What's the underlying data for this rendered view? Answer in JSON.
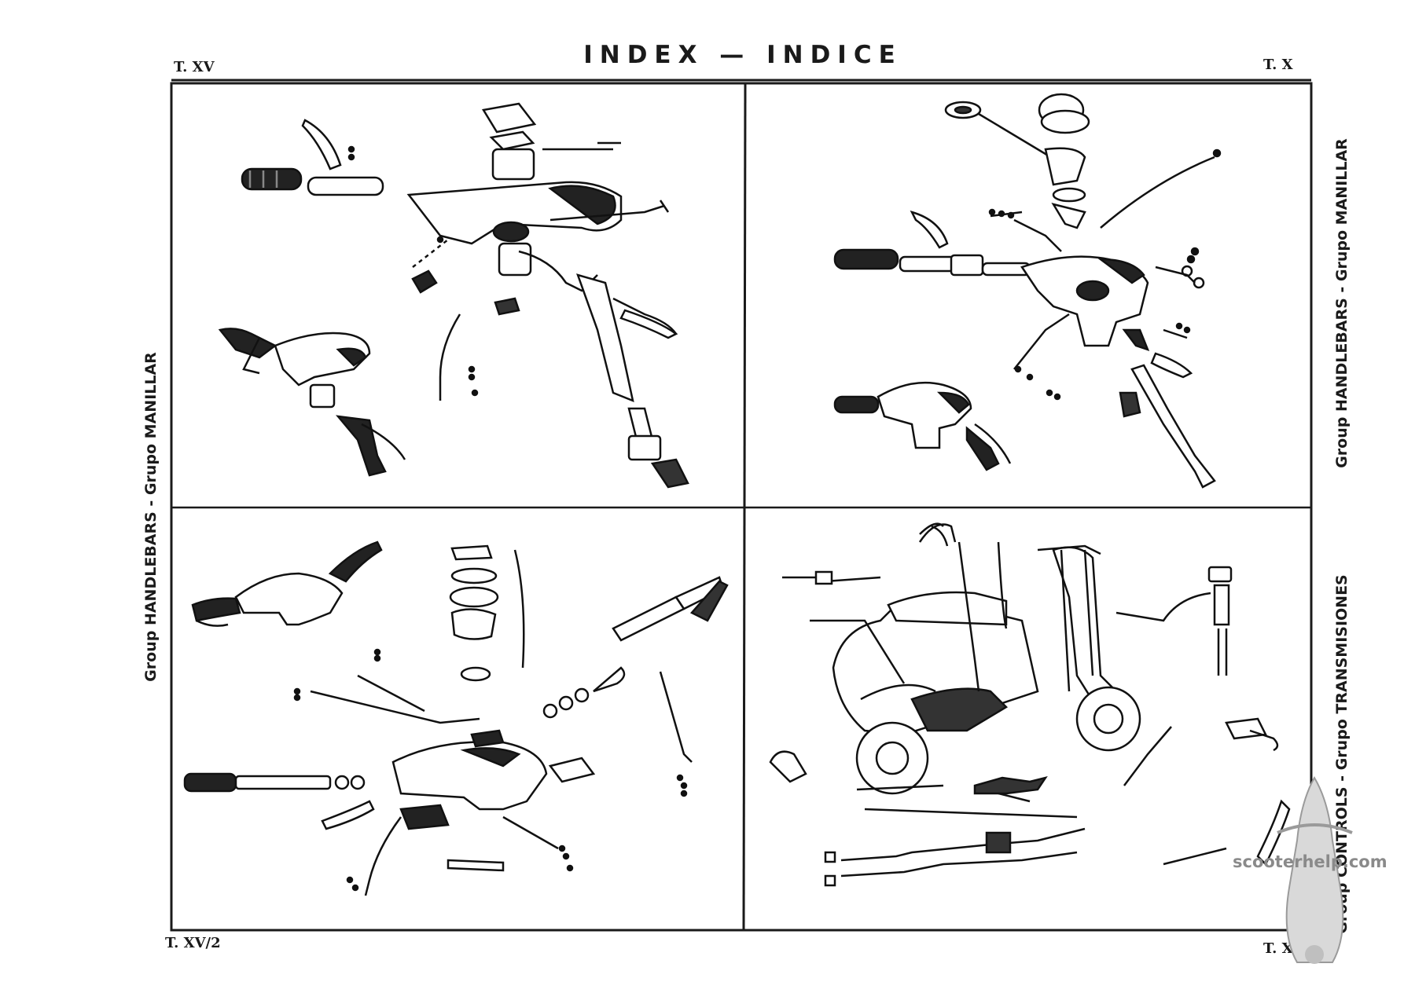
{
  "header": {
    "title": "INDEX — INDICE",
    "ref_top_left": "T. XV",
    "ref_top_right": "T. X",
    "ref_bottom_left": "T. XV/2",
    "ref_bottom_right": "T. XVI"
  },
  "side_labels": {
    "left": "Group HANDLEBARS - Grupo MANILLAR",
    "right_top": "Group HANDLEBARS - Grupo MANILLAR",
    "right_bottom": "Group CONTROLS - Grupo TRANSMISIONES"
  },
  "watermark": {
    "text": "scooterhelp.com"
  },
  "colors": {
    "ink": "#1a1a1a",
    "paper": "#ffffff",
    "watermark": "#8a8a8a"
  }
}
